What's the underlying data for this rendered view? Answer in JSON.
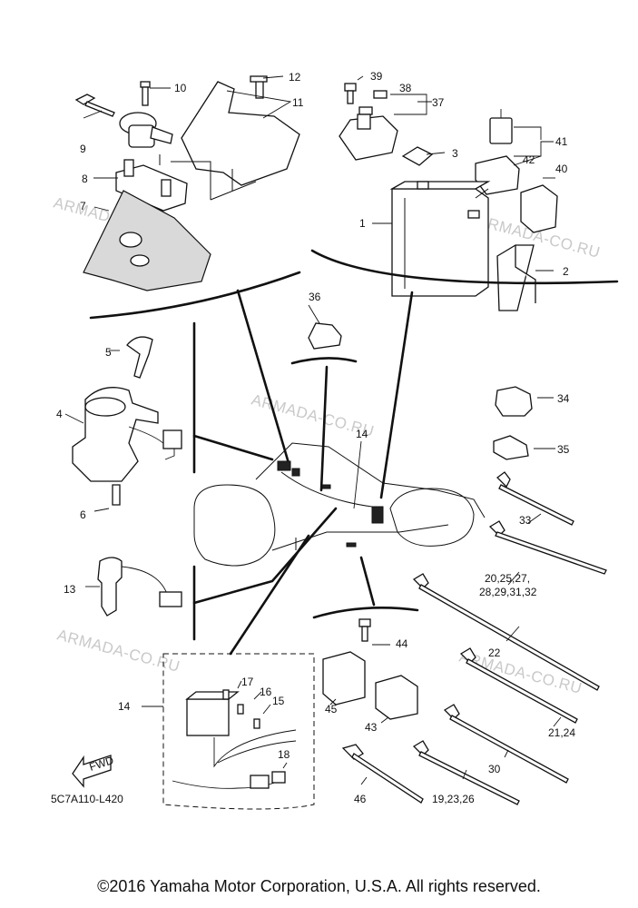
{
  "diagram_code": "5C7A110-L420",
  "fwd_label": "FWD",
  "watermark": "ARMADA-CO.RU",
  "copyright": "©2016 Yamaha Motor Corporation, U.S.A. All rights reserved.",
  "callouts": {
    "c1": "1",
    "c2": "2",
    "c3": "3",
    "c4": "4",
    "c5": "5",
    "c6": "6",
    "c7": "7",
    "c8": "8",
    "c9": "9",
    "c10": "10",
    "c11": "11",
    "c12": "12",
    "c13": "13",
    "c14a": "14",
    "c14b": "14",
    "c15": "15",
    "c16": "16",
    "c17": "17",
    "c18": "18",
    "c20a": "20,25,27,",
    "c20b": "28,29,31,32",
    "c22": "22",
    "c21": "21,24",
    "c30": "30",
    "c33": "33",
    "c34": "34",
    "c35": "35",
    "c36": "36",
    "c37": "37",
    "c38": "38",
    "c39": "39",
    "c40": "40",
    "c41": "41",
    "c42": "42",
    "c43": "43",
    "c44": "44",
    "c45": "45",
    "c46": "46",
    "c19": "19,23,26"
  }
}
